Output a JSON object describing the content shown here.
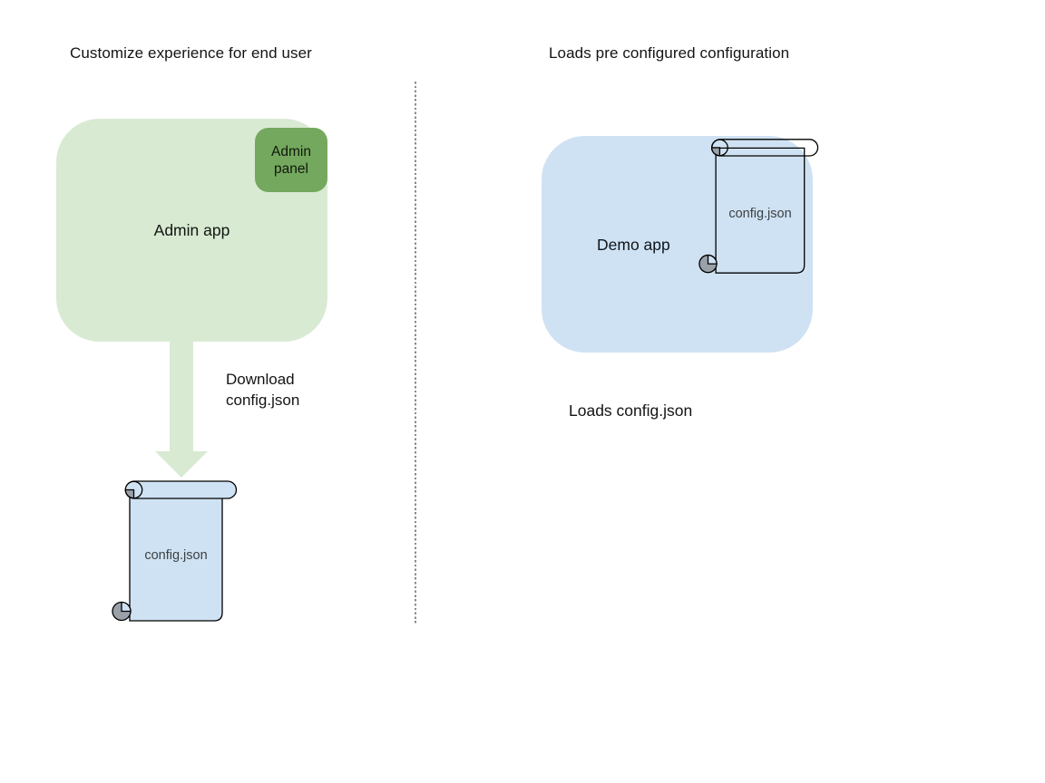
{
  "left_panel": {
    "title": "Customize experience for end user",
    "admin_app_label": "Admin app",
    "admin_panel_label": "Admin panel",
    "download_label": "Download\nconfig.json",
    "config_file_label": "config.json"
  },
  "right_panel": {
    "title": "Loads pre configured configuration",
    "demo_app_label": "Demo app",
    "config_file_label": "config.json",
    "caption": "Loads config.json"
  },
  "colors": {
    "admin_app_fill": "#d9ead3",
    "admin_panel_fill": "#74a85e",
    "arrow_fill": "#d9ead3",
    "demo_app_fill": "#cfe2f3",
    "scroll_fill": "#cfe2f3",
    "scroll_curl_gray": "#9aa1a8",
    "divider_gray": "#8b8b8b"
  }
}
